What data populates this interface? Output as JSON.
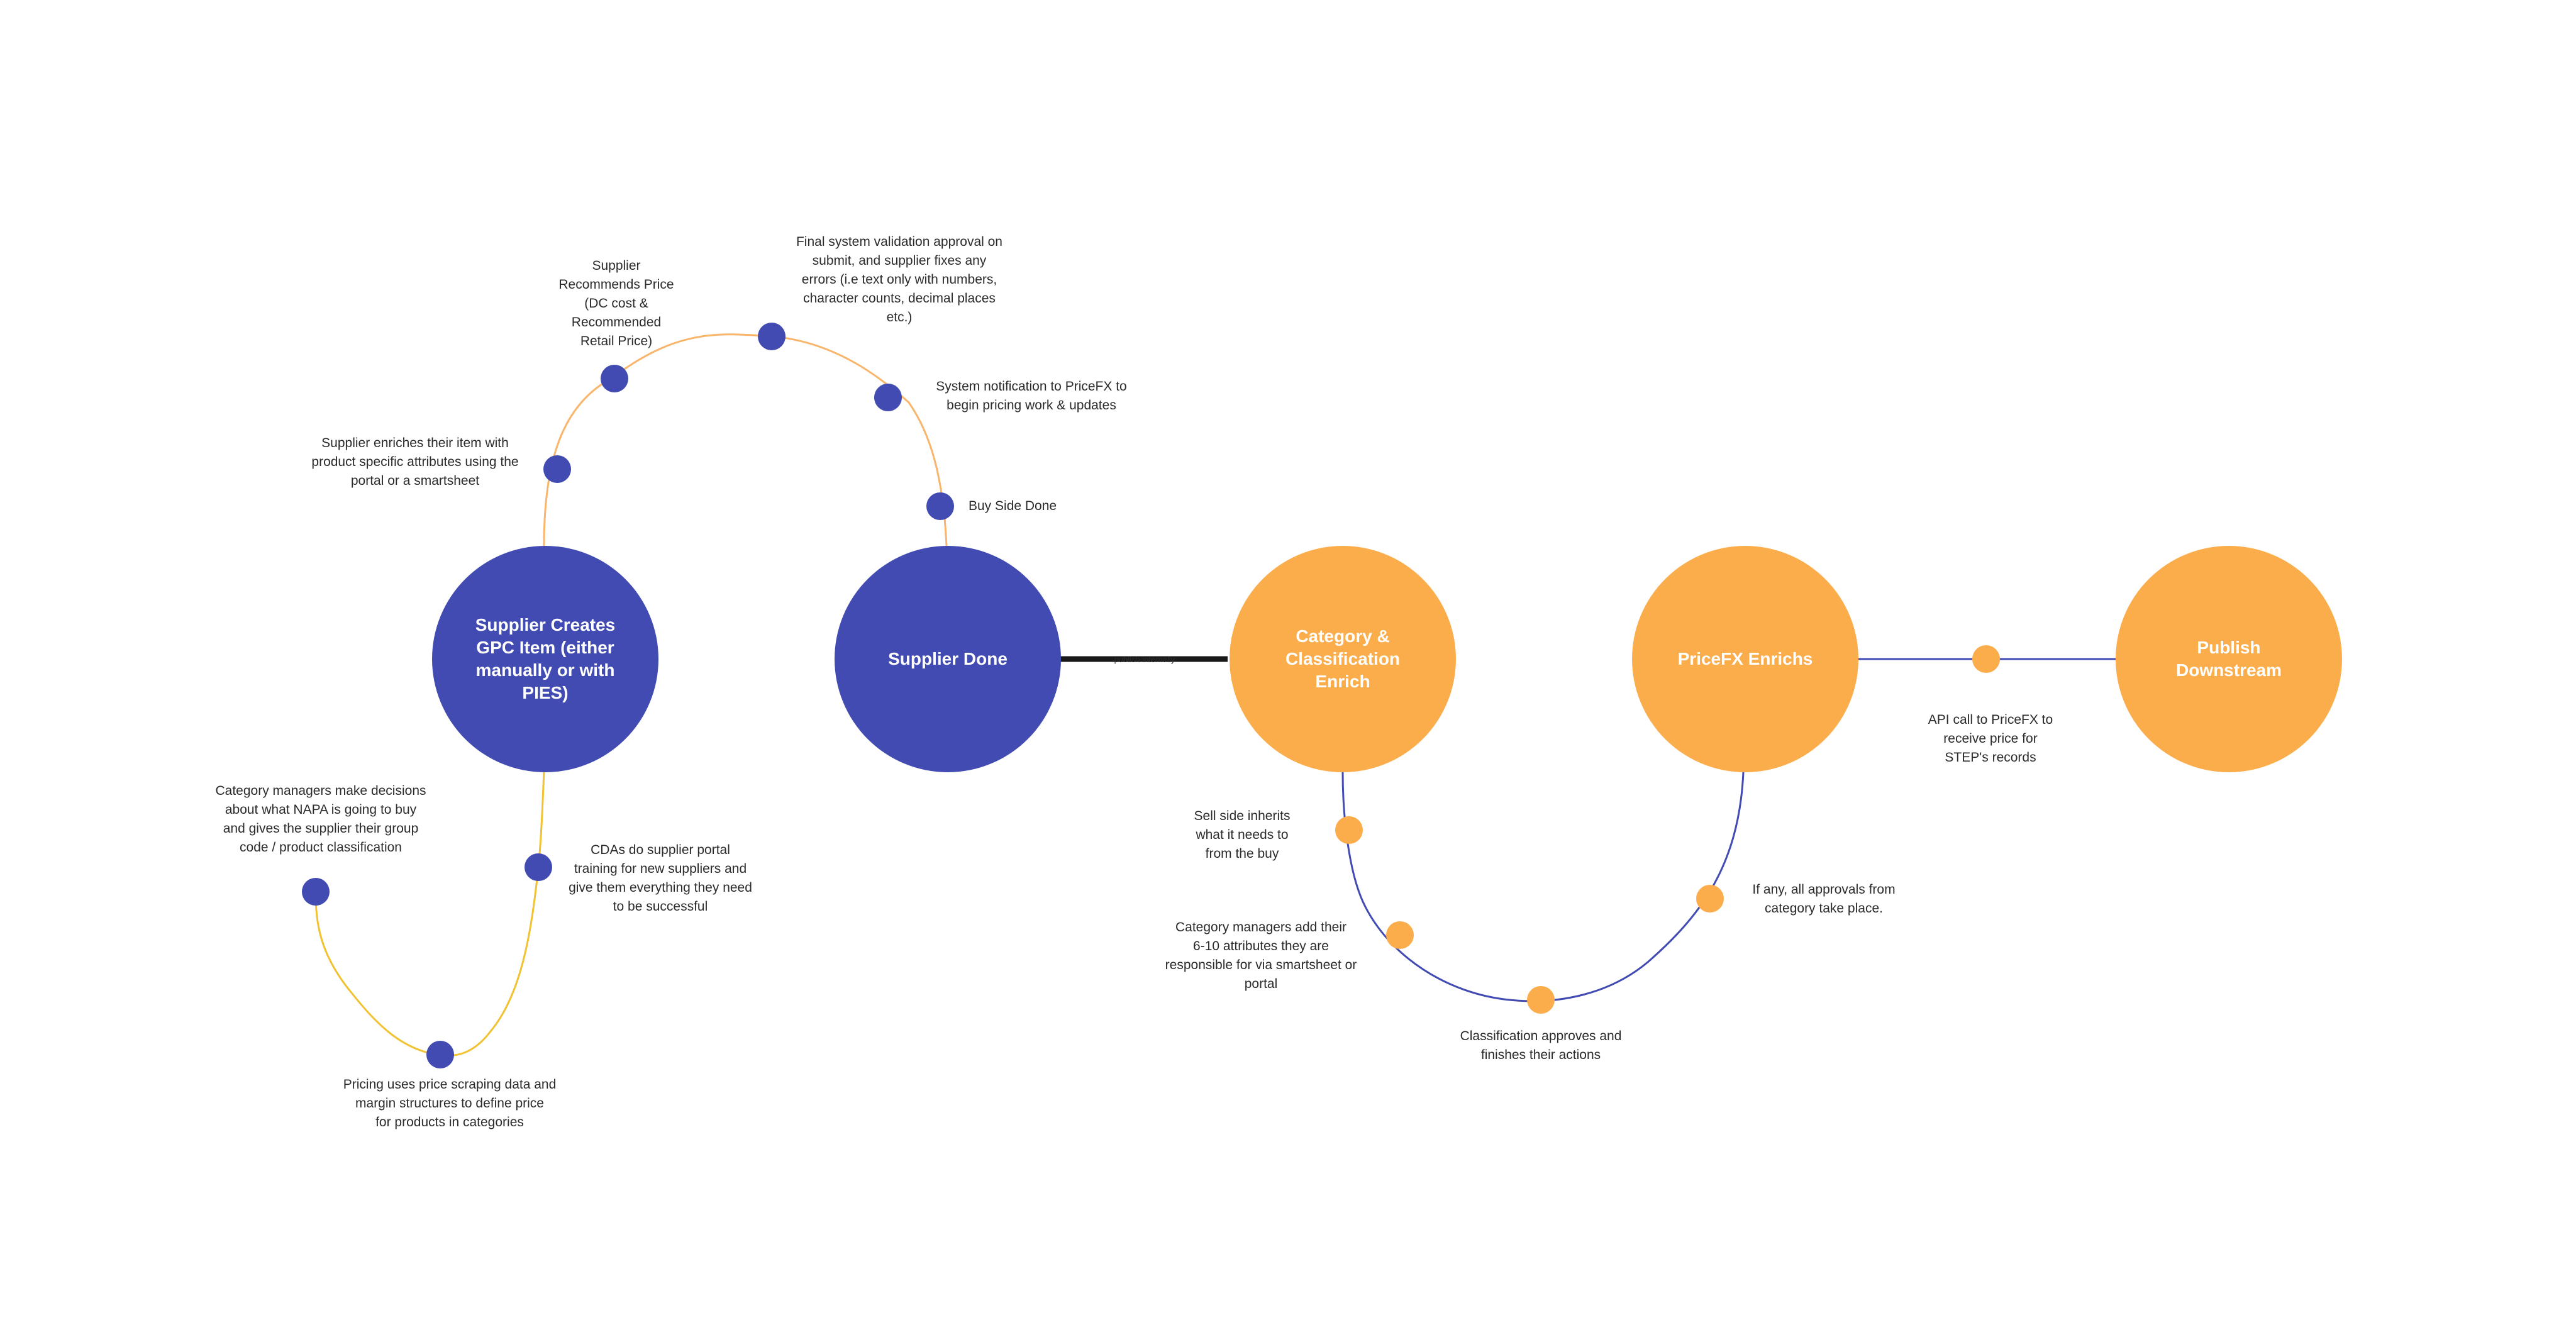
{
  "colors": {
    "purple": "#414bb2",
    "orange": "#fcad4b",
    "line_orange": "#f9b56b",
    "line_yellow": "#f1c232",
    "line_blue": "#414bb2",
    "connector": "#1a1a1a",
    "text": "#2b2b2b"
  },
  "stages": {
    "supplier_creates": "Supplier Creates\nGPC Item (either\nmanually or with\nPIES)",
    "supplier_done": "Supplier Done",
    "category_enrich": "Category &\nClassification\nEnrich",
    "pricefx_enrichs": "PriceFX Enrichs",
    "publish_downstream": "Publish\nDownstream"
  },
  "connector_label": "publish internally",
  "steps": {
    "enrich_attributes": "Supplier enriches their item with\nproduct specific attributes using the\nportal or a smartsheet",
    "recommends_price": "Supplier\nRecommends Price\n(DC cost &\nRecommended\nRetail Price)",
    "final_validation": "Final system validation approval on\nsubmit, and supplier fixes any\nerrors (i.e text only with numbers,\ncharacter counts, decimal places\netc.)",
    "system_notification": "System notification to PriceFX to\nbegin pricing work & updates",
    "buy_side_done": "Buy Side Done",
    "category_managers_decisions": "Category managers make decisions\nabout what NAPA is going to buy\nand gives the supplier their group\ncode / product classification",
    "cdas_training": "CDAs do supplier portal\ntraining for new suppliers and\ngive them everything they need\nto be successful",
    "pricing_scraping": "Pricing uses price scraping data and\nmargin structures to define price\nfor products in categories",
    "sell_side_inherits": "Sell side inherits\nwhat it needs to\nfrom the buy",
    "category_managers_attributes": "Category managers add their\n6-10 attributes they are\nresponsible for via smartsheet or\nportal",
    "classification_approves": "Classification approves and\nfinishes their actions",
    "approvals_category": "If any, all approvals from\ncategory take place.",
    "api_call": "API call to PriceFX to\nreceive price for\nSTEP's records"
  }
}
